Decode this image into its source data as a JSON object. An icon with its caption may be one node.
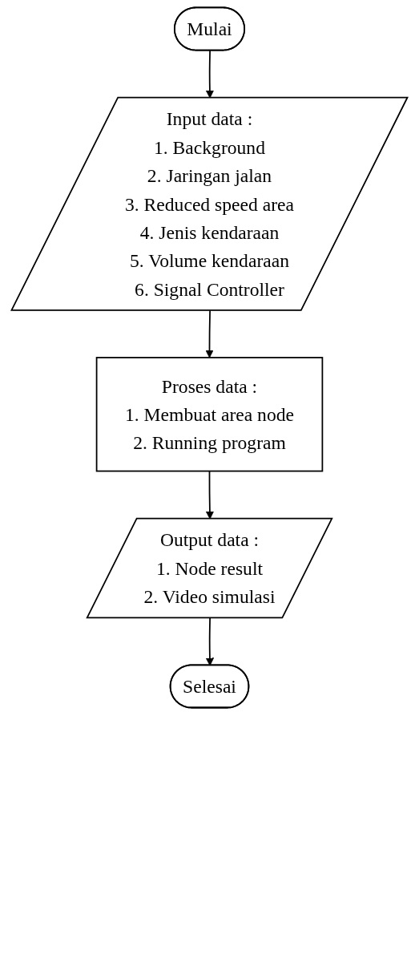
{
  "diagram": {
    "nodes": [
      {
        "text": [
          "Mulai"
        ]
      },
      {
        "text": [
          "Input data :",
          "1. Background",
          "2. Jaringan jalan",
          "3. Reduced speed area",
          "4. Jenis kendaraan",
          "5. Volume kendaraan",
          "6. Signal Controller"
        ]
      },
      {
        "text": [
          "Proses data :",
          "1. Membuat area node",
          "2. Running program"
        ]
      },
      {
        "text": [
          "Output data :",
          "1. Node result",
          "2. Video simulasi"
        ]
      },
      {
        "text": [
          "Selesai"
        ]
      }
    ],
    "edges": [
      {
        "from": 0,
        "to": 1,
        "arrow": "to"
      },
      {
        "from": 1,
        "to": 2,
        "arrow": "to"
      },
      {
        "from": 2,
        "to": 3,
        "arrow": "to"
      },
      {
        "from": 3,
        "to": 4,
        "arrow": "to"
      }
    ]
  }
}
